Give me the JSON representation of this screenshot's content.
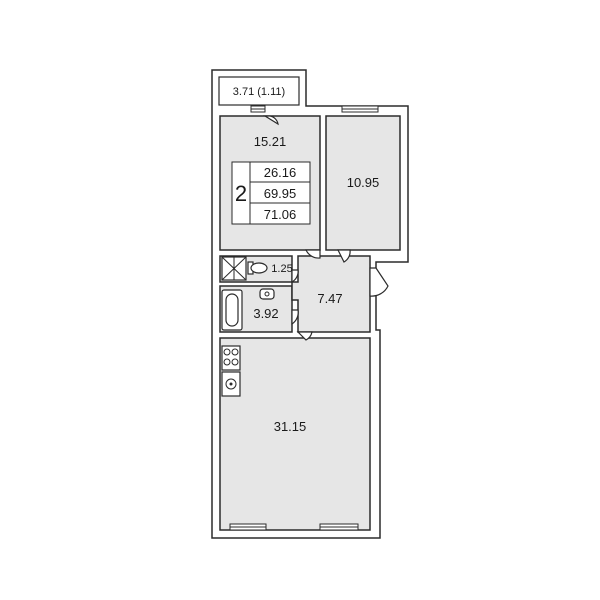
{
  "rooms": {
    "balcony": "3.71 (1.11)",
    "room_a": "15.21",
    "room_b": "10.95",
    "toilet": "1.25",
    "bathroom": "3.92",
    "hall": "7.47",
    "kitchen_living": "31.15"
  },
  "summary": {
    "rooms_count": "2",
    "living_area": "26.16",
    "total_area": "69.95",
    "total_area_with_balcony": "71.06"
  }
}
